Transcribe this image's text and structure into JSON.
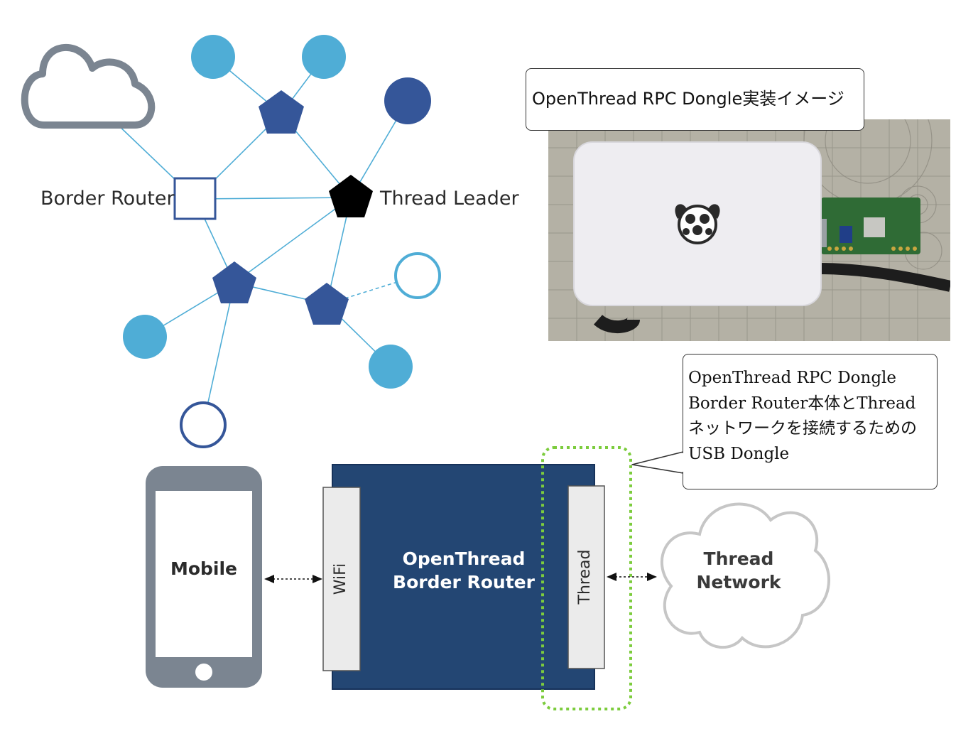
{
  "labels": {
    "border_router": "Border Router",
    "thread_leader": "Thread Leader"
  },
  "photo_callout": {
    "title": "OpenThread RPC Dongle実装イメージ"
  },
  "dongle_callout": {
    "lines": [
      "OpenThread RPC Dongle",
      "Border Router本体とThread",
      "ネットワークを接続するための",
      "USB Dongle"
    ]
  },
  "architecture": {
    "mobile": "Mobile",
    "router_line1": "OpenThread",
    "router_line2": "Border Router",
    "wifi": "WiFi",
    "thread": "Thread",
    "cloud_line1": "Thread",
    "cloud_line2": "Network"
  },
  "colors": {
    "light_blue": "#4fadd6",
    "dark_blue": "#355699",
    "router_body": "#234673",
    "gray": "#7b8591",
    "dongle_dash": "#7ccc3d"
  }
}
